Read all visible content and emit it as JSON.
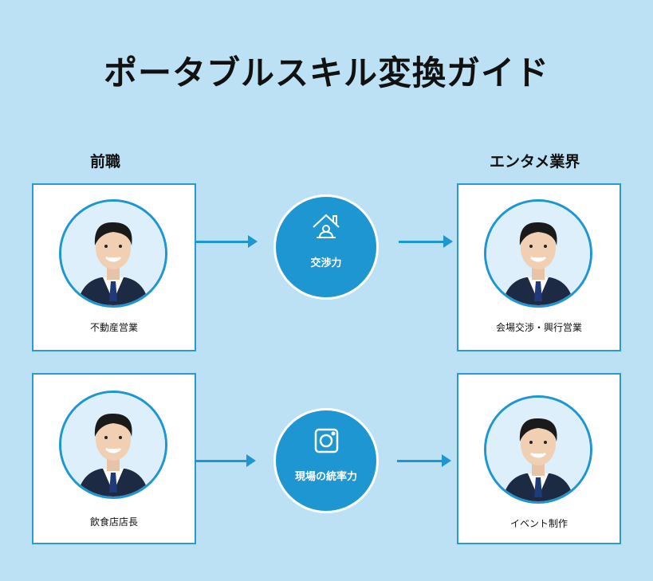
{
  "title": "ポータブルスキル変換ガイド",
  "columns": {
    "before": "前職",
    "after": "エンタメ業界"
  },
  "rows": [
    {
      "before": "不動産営業",
      "skill": "交渉力",
      "skill_icon": "house-person-icon",
      "after": "会場交渉・興行営業"
    },
    {
      "before": "飲食店店長",
      "skill": "現場の統率力",
      "skill_icon": "camera-icon",
      "after": "イベント制作"
    }
  ],
  "colors": {
    "background": "#bde1f4",
    "accent": "#1e96d2"
  }
}
